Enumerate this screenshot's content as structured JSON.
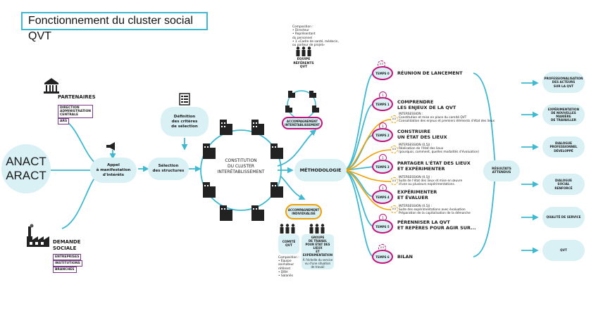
{
  "title": "Fonctionnement du cluster social QVT",
  "anact": [
    "ANACT",
    "ARACT"
  ],
  "partenaires": {
    "title": "PARTENAIRES",
    "tags": [
      "DIRECTION\nADMINISTRATION\nCENTRALE",
      "ARS"
    ]
  },
  "demande": {
    "title": "DEMANDE\nSOCIALE",
    "tags": [
      "ENTREPRISES",
      "INSTITUTIONS",
      "BRANCHES"
    ]
  },
  "appel": "Appel\nà manifestation\nd'intérêts",
  "definition": "Définition\ndes critères\nde sélection",
  "selection": "Sélection\ndes structures",
  "constitution": "CONSTITUTION\nDU CLUSTER\nINTERÉTABLISSEMENT",
  "composition_top": "Composition :\n• Directeur\n• Représentant\n   du personnel\n• 1 «Cadre de santé, médecin,\n   ou porteur de projet»",
  "equipe": "ÉQUIPE\nRÉFÉRENTS\nQVT",
  "accomp_inter": "ACCOMPAGNEMENT\nINTERÉTABLISSEMENT",
  "accomp_indiv": "ACCOMPAGNEMENT\nINDIVIDUALISÉ",
  "comite": "COMITÉ\nQVT",
  "groupe": "GROUPE\nDE TRAVAIL\nPOUR ÉTAT DES LIEUX\nET EXPÉRIMENTATION",
  "groupe_note": "À l'échelle du service\nou d'une situation\nde travail",
  "composition_bottom": "Composition :\n• Équipe\n  animateur\n  référent\n• DRH\n• Salariés",
  "methodologie": "MÉTHODOLOGIE",
  "stages": [
    {
      "temps": "TEMPS 0",
      "num": "0.5",
      "title": "RÉUNION DE LANCEMENT",
      "sub": ""
    },
    {
      "temps": "TEMPS 1",
      "num": "1",
      "title": "COMPRENDRE\nLES ENJEUX DE LA QVT",
      "sub": ""
    },
    {
      "temps": "",
      "num": "0.5",
      "title": "",
      "sub": "INTERSESSION :\nConstitution et mise en place du comité QVT\nConsolidation des enjeux et premiers éléments d'état des lieux"
    },
    {
      "temps": "TEMPS 2",
      "num": "1",
      "title": "CONSTRUIRE\nUN ÉTAT DES LIEUX",
      "sub": ""
    },
    {
      "temps": "",
      "num": "0.5",
      "title": "",
      "sub": "INTERSESSION (0,5J) :\nRéalisation de l'état des lieux\n(pourquoi, comment, quelles modalités d'évaluation)"
    },
    {
      "temps": "TEMPS 3",
      "num": "1",
      "title": "PARTAGER L'ÉTAT DES LIEUX\nET EXPÉRIMENTER",
      "sub": ""
    },
    {
      "temps": "",
      "num": "0.5",
      "title": "",
      "sub": "INTERSESSION (0,5J) :\nSuite de l'état des lieux et mise en œuvre\nd'une ou plusieurs expérimentations."
    },
    {
      "temps": "TEMPS 4",
      "num": "1",
      "title": "EXPÉRIMENTER\nET ÉVALUER",
      "sub": ""
    },
    {
      "temps": "",
      "num": "0.5",
      "title": "",
      "sub": "INTERSESSION (0,5J) :\nSuite des expérimentations avec évaluation\nPréparation de la capitalisation de la démarche"
    },
    {
      "temps": "TEMPS 5",
      "num": "1",
      "title": "PÉRENNISER LA QVT\nET REPÈRES POUR AGIR SUR...",
      "sub": ""
    },
    {
      "temps": "TEMPS 6",
      "num": "0.5",
      "title": "BILAN",
      "sub": ""
    }
  ],
  "resultats": "RÉSULTATS\nATTENDUS",
  "outcomes": [
    "PROFESSIONALISATION\nDES ACTEURS\nSUR LA QVT",
    "EXPÉRIMENTATION\nDE NOUVELLES MANIÈRE\nDE TRAVAILLER",
    "DIALOGUE\nPROFESSIONNEL\nDÉVELOPPÉ",
    "DIALOGUE\nSOCIAL\nRENFORCÉ",
    "QUALITÉ DE SERVICE",
    "QVT"
  ],
  "colors": {
    "teal": "#3fb9d1",
    "pill": "#d9f0f5",
    "magenta": "#c4137c",
    "orange": "#f0a000",
    "purple": "#7b3a8c"
  }
}
